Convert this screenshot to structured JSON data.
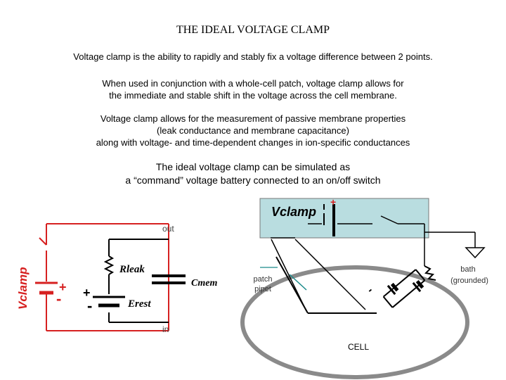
{
  "title": "THE IDEAL VOLTAGE CLAMP",
  "paragraphs": {
    "p1": [
      "Voltage clamp is the ability to rapidly and stably fix a voltage difference between 2 points."
    ],
    "p2": [
      "When used in conjunction with a whole-cell patch, voltage clamp allows for",
      "the immediate and stable shift in the voltage across the cell membrane."
    ],
    "p3": [
      "Voltage clamp allows for the measurement of passive membrane properties",
      "(leak conductance and membrane capacitance)",
      "along with voltage- and time-dependent changes in ion-specific conductances"
    ],
    "p4": [
      "The ideal voltage clamp can be simulated as",
      "a “command” voltage battery connected to an on/off switch"
    ]
  },
  "labels": {
    "vclamp_top": "Vclamp",
    "vclamp_left": "Vclamp",
    "out": "out",
    "in": "in",
    "rleak": "Rleak",
    "cmem": "Cmem",
    "erest": "Erest",
    "patch_pipet_1": "patch",
    "patch_pipet_2": "pipet",
    "bath_1": "bath",
    "bath_2": "(grounded)",
    "cell": "CELL",
    "plus": "+",
    "minus": "-"
  },
  "colors": {
    "circuit_red": "#d62020",
    "panel_fill": "#b9dde0",
    "pipette_teal": "#1a8a8a",
    "cell_gray": "#8a8a8a"
  }
}
